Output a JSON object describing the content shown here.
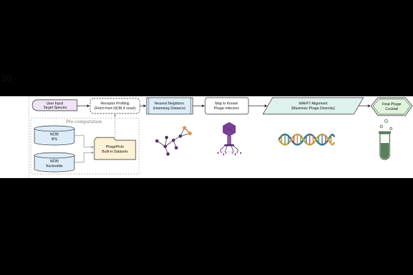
{
  "side_number": "20",
  "nodes": {
    "user_input": {
      "line1": "User Input:",
      "line2": "Target Species"
    },
    "receptor_profiling": {
      "line1": "Receptor Profiling",
      "line2": "(Fetch from NCBI if novel)"
    },
    "nearest_neighbors": {
      "line1": "Nearest Neighbors",
      "line2": "(Hamming Distance)"
    },
    "map_known": {
      "line1": "Map to Known",
      "line2": "Phage Infectors"
    },
    "mafft": {
      "line1": "MAFFT Alignment",
      "line2": "(Maximize Phage Diversity)"
    },
    "final_cocktail": {
      "line1": "Final Phage",
      "line2": "Cocktail"
    },
    "ncbi_ipg": {
      "line1": "NCBI",
      "line2": "IPG"
    },
    "ncbi_nucleotide": {
      "line1": "NCBI",
      "line2": "Nucleotide"
    },
    "phagepickr": {
      "line1": "PhagePickr",
      "line2": "Built-in Datasets"
    }
  },
  "precomputation_label": "Pre-computation",
  "icons": [
    "network-graph-icon",
    "bacteriophage-icon",
    "dna-helix-icon",
    "test-tube-icon"
  ],
  "colors": {
    "user_input_fill": "#efe3f5",
    "receptor_fill": "#ffffff",
    "neighbors_fill": "#ddeef9",
    "map_fill": "#ffffff",
    "mafft_fill": "#dff1ee",
    "final_fill": "#dff3dd",
    "database_fill": "#dcedf9",
    "folder_fill": "#fdf1d6",
    "phage_purple": "#7b3f9a",
    "tube_green": "#5b7f5b"
  }
}
